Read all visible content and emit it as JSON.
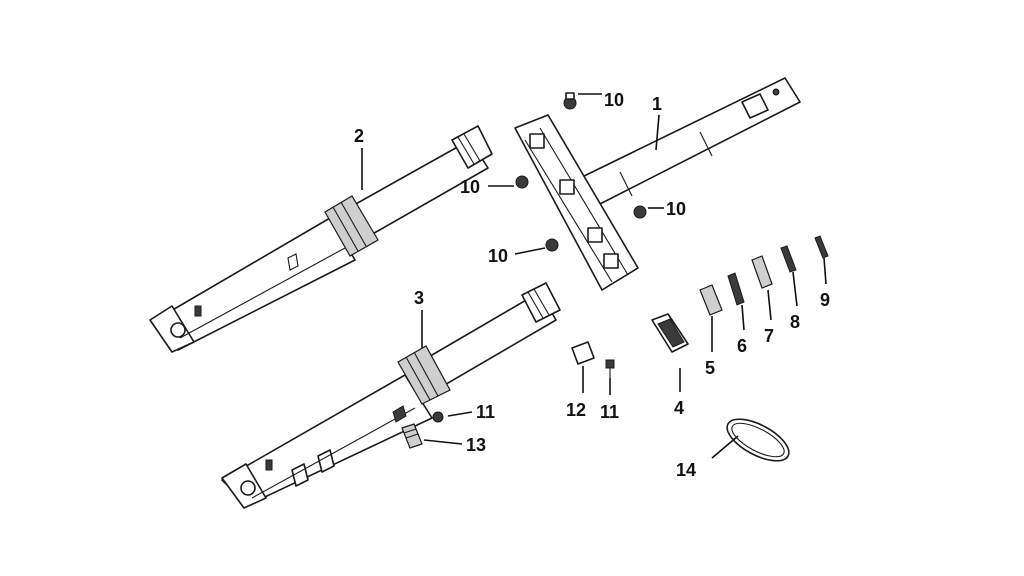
{
  "callouts": {
    "c1": "1",
    "c2": "2",
    "c3": "3",
    "c4": "4",
    "c5": "5",
    "c6": "6",
    "c7": "7",
    "c8": "8",
    "c9": "9",
    "c10a": "10",
    "c10b": "10",
    "c10c": "10",
    "c10d": "10",
    "c11a": "11",
    "c11b": "11",
    "c12": "12",
    "c13": "13",
    "c14": "14"
  }
}
